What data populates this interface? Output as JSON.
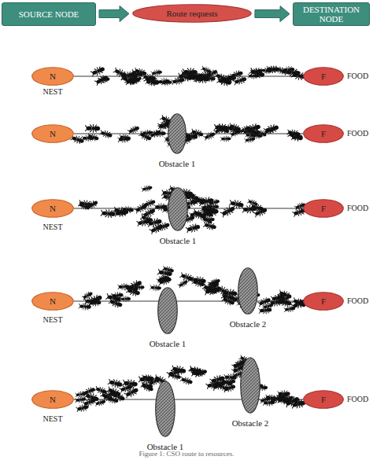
{
  "diagram": {
    "caption": "Figure 1: CSO route to resources.",
    "nodes": [
      {
        "text": [
          "SOURCE NODE"
        ]
      },
      {
        "text": [
          "Route requests"
        ]
      },
      {
        "text": [
          "DESTINATION NODE"
        ]
      },
      {
        "text": [
          "N"
        ]
      },
      {
        "text": [
          "F"
        ]
      },
      {
        "text": [
          "N"
        ]
      },
      {
        "text": [
          "Obstacle 1"
        ]
      },
      {
        "text": [
          "F"
        ]
      },
      {
        "text": [
          "N"
        ]
      },
      {
        "text": [
          "Obstacle 1"
        ]
      },
      {
        "text": [
          "F"
        ]
      },
      {
        "text": [
          "N"
        ]
      },
      {
        "text": [
          "Obstacle 1"
        ]
      },
      {
        "text": [
          "Obstacle 2"
        ]
      },
      {
        "text": [
          "F"
        ]
      },
      {
        "text": [
          "N"
        ]
      },
      {
        "text": [
          "Obstacle 1"
        ]
      },
      {
        "text": [
          "Obstacle 2"
        ]
      },
      {
        "text": [
          "F"
        ]
      }
    ],
    "edges": [
      {
        "from": 0,
        "to": 1,
        "arrow": "to"
      },
      {
        "from": 1,
        "to": 2,
        "arrow": "to"
      },
      {
        "from": 3,
        "to": 4,
        "arrow": "none"
      },
      {
        "from": 5,
        "to": 7,
        "arrow": "none"
      },
      {
        "from": 8,
        "to": 10,
        "arrow": "none"
      },
      {
        "from": 11,
        "to": 14,
        "arrow": "none"
      },
      {
        "from": 15,
        "to": 18,
        "arrow": "none"
      }
    ],
    "labels": [
      "FOOD",
      "NEST",
      "FOOD",
      "FOOD",
      "NEST",
      "FOOD",
      "NEST",
      "FOOD",
      "NEST"
    ]
  }
}
